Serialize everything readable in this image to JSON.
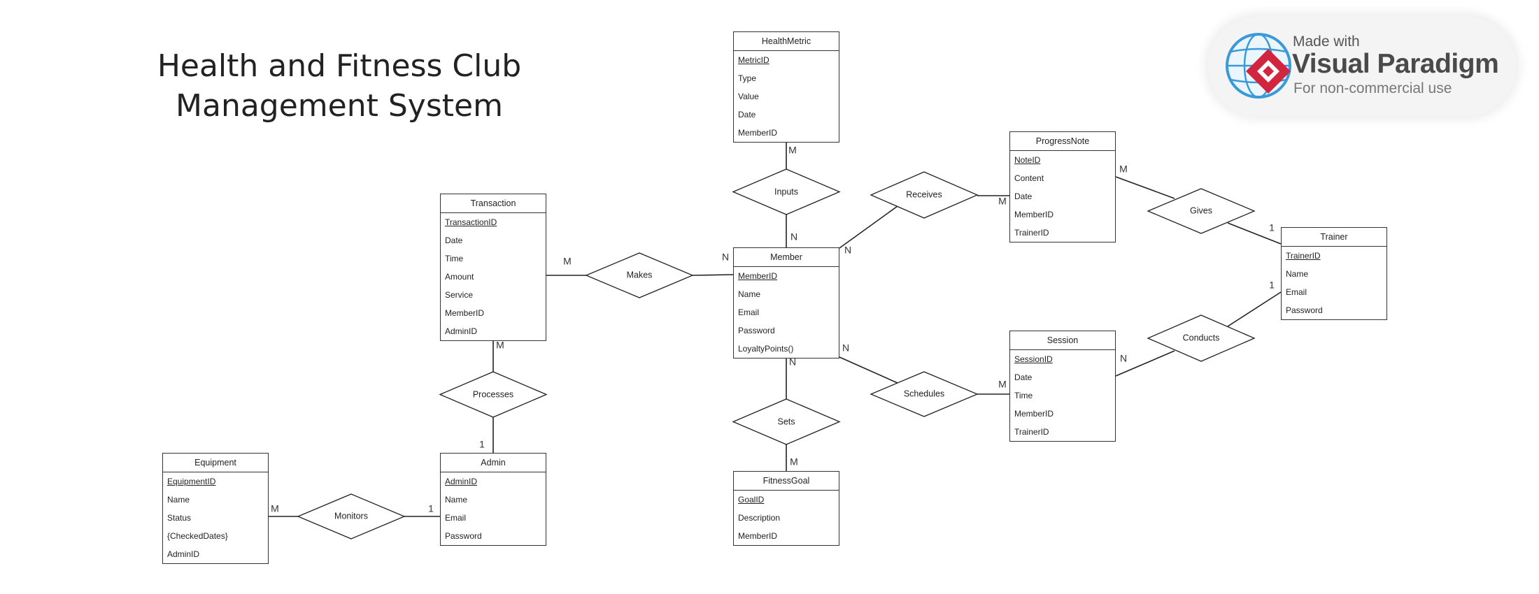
{
  "title_lines": [
    "Health and Fitness Club",
    "Management System"
  ],
  "watermark": {
    "made_with": "Made with",
    "brand": "Visual Paradigm",
    "note": "For non-commercial use",
    "colors": {
      "globe": "#3a9ad9",
      "mark": "#d0263f"
    }
  },
  "entities": {
    "healthmetric": {
      "name": "HealthMetric",
      "attributes": [
        {
          "text": "MetricID",
          "pk": true
        },
        {
          "text": "Type"
        },
        {
          "text": "Value"
        },
        {
          "text": "Date"
        },
        {
          "text": "MemberID"
        }
      ]
    },
    "progressnote": {
      "name": "ProgressNote",
      "attributes": [
        {
          "text": "NoteID",
          "pk": true
        },
        {
          "text": "Content"
        },
        {
          "text": "Date"
        },
        {
          "text": "MemberID"
        },
        {
          "text": "TrainerID"
        }
      ]
    },
    "transaction": {
      "name": "Transaction",
      "attributes": [
        {
          "text": "TransactionID",
          "pk": true
        },
        {
          "text": "Date"
        },
        {
          "text": "Time"
        },
        {
          "text": "Amount"
        },
        {
          "text": "Service"
        },
        {
          "text": "MemberID"
        },
        {
          "text": "AdminID"
        }
      ]
    },
    "member": {
      "name": "Member",
      "attributes": [
        {
          "text": "MemberID",
          "pk": true
        },
        {
          "text": "Name"
        },
        {
          "text": "Email"
        },
        {
          "text": "Password"
        },
        {
          "text": "LoyaltyPoints()"
        }
      ]
    },
    "trainer": {
      "name": "Trainer",
      "attributes": [
        {
          "text": "TrainerID",
          "pk": true
        },
        {
          "text": "Name"
        },
        {
          "text": "Email"
        },
        {
          "text": "Password"
        }
      ]
    },
    "session": {
      "name": "Session",
      "attributes": [
        {
          "text": "SessionID",
          "pk": true
        },
        {
          "text": "Date"
        },
        {
          "text": "Time"
        },
        {
          "text": "MemberID"
        },
        {
          "text": "TrainerID"
        }
      ]
    },
    "equipment": {
      "name": "Equipment",
      "attributes": [
        {
          "text": "EquipmentID",
          "pk": true
        },
        {
          "text": "Name"
        },
        {
          "text": "Status"
        },
        {
          "text": "{CheckedDates}"
        },
        {
          "text": "AdminID"
        }
      ]
    },
    "admin": {
      "name": "Admin",
      "attributes": [
        {
          "text": "AdminID",
          "pk": true
        },
        {
          "text": "Name"
        },
        {
          "text": "Email"
        },
        {
          "text": "Password"
        }
      ]
    },
    "fitnessgoal": {
      "name": "FitnessGoal",
      "attributes": [
        {
          "text": "GoalID",
          "pk": true
        },
        {
          "text": "Description"
        },
        {
          "text": "MemberID"
        }
      ]
    }
  },
  "relationships": {
    "inputs": "Inputs",
    "receives": "Receives",
    "gives": "Gives",
    "makes": "Makes",
    "processes": "Processes",
    "conducts": "Conducts",
    "schedules": "Schedules",
    "sets": "Sets",
    "monitors": "Monitors"
  },
  "cardinalities": {
    "healthmetric_inputs": "M",
    "member_inputs": "N",
    "member_receives": "N",
    "progressnote_receives": "M",
    "progressnote_gives": "M",
    "trainer_gives": "1",
    "transaction_makes": "M",
    "member_makes": "N",
    "transaction_processes": "M",
    "admin_processes": "1",
    "trainer_conducts": "1",
    "session_conducts": "N",
    "member_schedules": "N",
    "session_schedules": "M",
    "member_sets": "N",
    "fitnessgoal_sets": "M",
    "equipment_monitors": "M",
    "admin_monitors": "1"
  }
}
